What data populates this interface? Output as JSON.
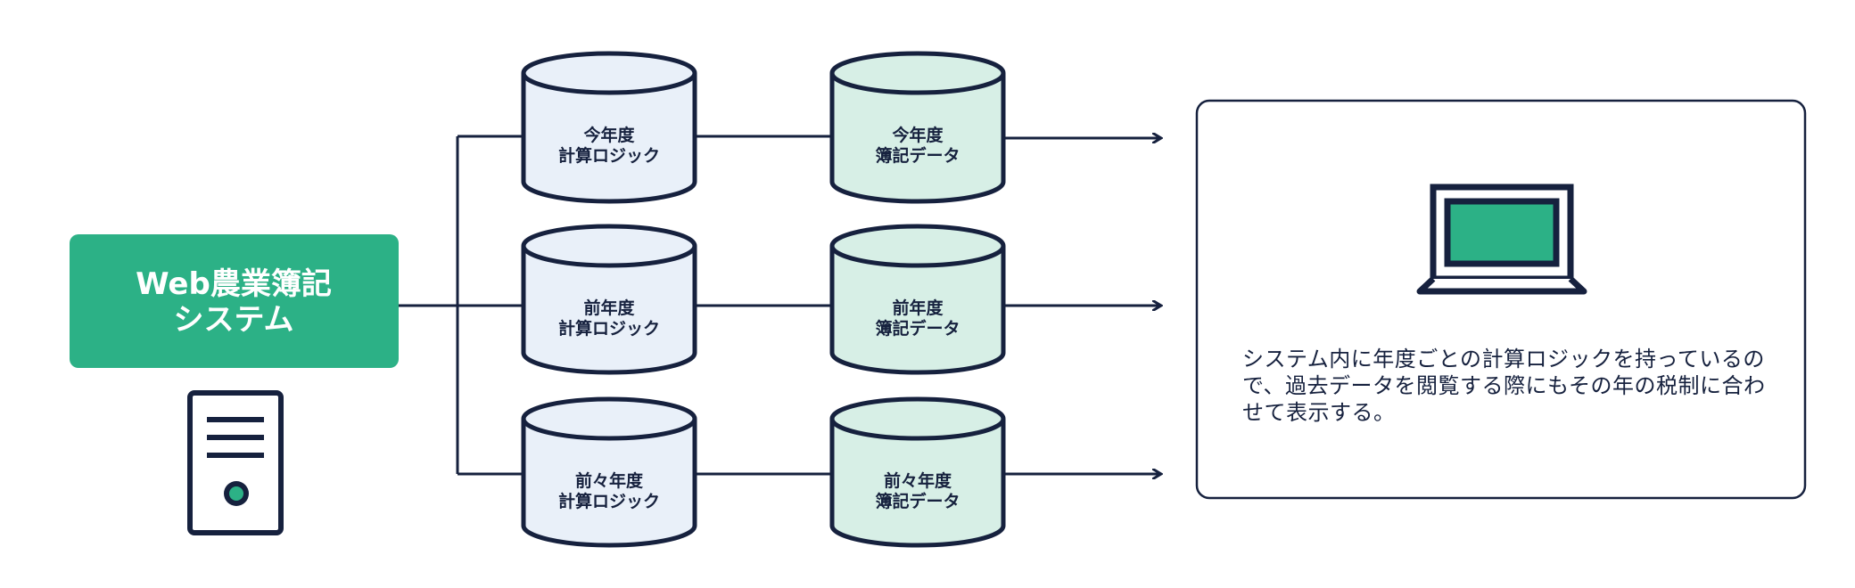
{
  "system": {
    "name_line1": "Web農業簿記",
    "name_line2": "システム",
    "fill_color": "#2cb186"
  },
  "logic_dbs": [
    {
      "line1": "今年度",
      "line2": "計算ロジック"
    },
    {
      "line1": "前年度",
      "line2": "計算ロジック"
    },
    {
      "line1": "前々年度",
      "line2": "計算ロジック"
    }
  ],
  "data_dbs": [
    {
      "line1": "今年度",
      "line2": "簿記データ"
    },
    {
      "line1": "前年度",
      "line2": "簿記データ"
    },
    {
      "line1": "前々年度",
      "line2": "簿記データ"
    }
  ],
  "description": "システム内に年度ごとの計算ロジックを持っているので、過去データを閲覧する際にもその年の税制に合わせて表示する。",
  "colors": {
    "stroke": "#16213e",
    "logic_db_fill": "#e9f0f9",
    "data_db_fill": "#d7efe6",
    "accent": "#2cb186"
  },
  "icons": {
    "server": "server-icon",
    "laptop": "laptop-icon"
  }
}
